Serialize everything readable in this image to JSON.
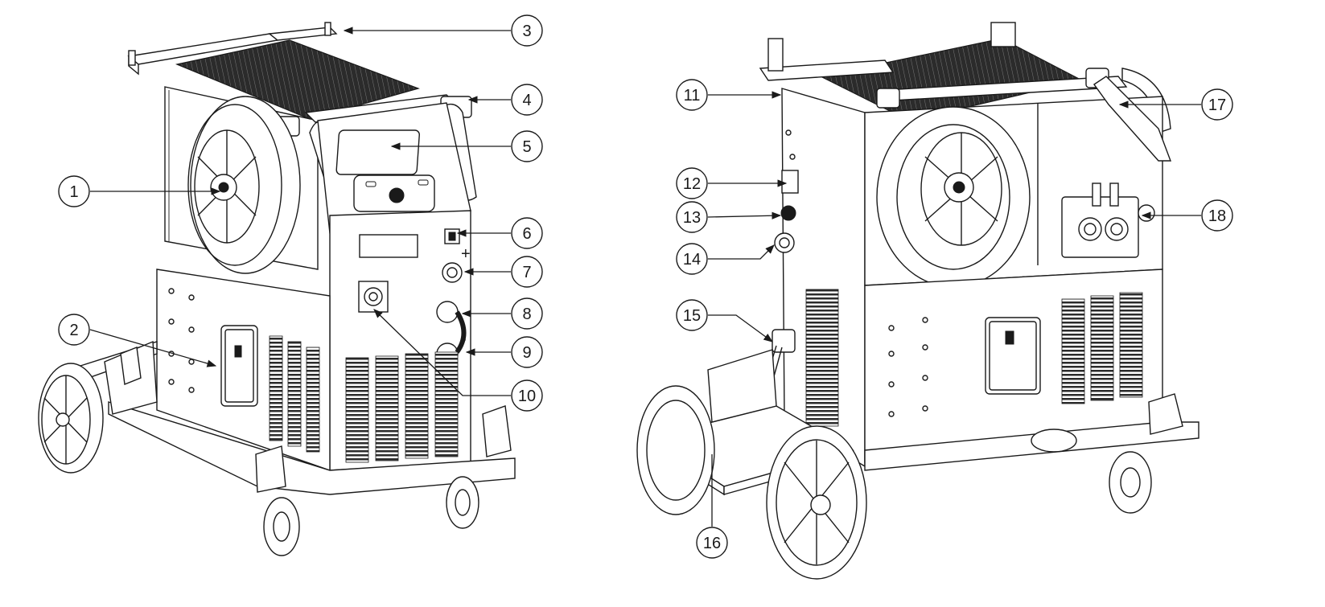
{
  "callouts": [
    {
      "id": "1",
      "label": "1"
    },
    {
      "id": "2",
      "label": "2"
    },
    {
      "id": "3",
      "label": "3"
    },
    {
      "id": "4",
      "label": "4"
    },
    {
      "id": "5",
      "label": "5"
    },
    {
      "id": "6",
      "label": "6"
    },
    {
      "id": "7",
      "label": "7"
    },
    {
      "id": "8",
      "label": "8"
    },
    {
      "id": "9",
      "label": "9"
    },
    {
      "id": "10",
      "label": "10"
    },
    {
      "id": "11",
      "label": "11"
    },
    {
      "id": "12",
      "label": "12"
    },
    {
      "id": "13",
      "label": "13"
    },
    {
      "id": "14",
      "label": "14"
    },
    {
      "id": "15",
      "label": "15"
    },
    {
      "id": "16",
      "label": "16"
    },
    {
      "id": "17",
      "label": "17"
    },
    {
      "id": "18",
      "label": "18"
    }
  ],
  "panel_signs": {
    "plus": "+",
    "minus": "-"
  },
  "colors": {
    "line": "#1a1a1a",
    "background": "#ffffff"
  }
}
